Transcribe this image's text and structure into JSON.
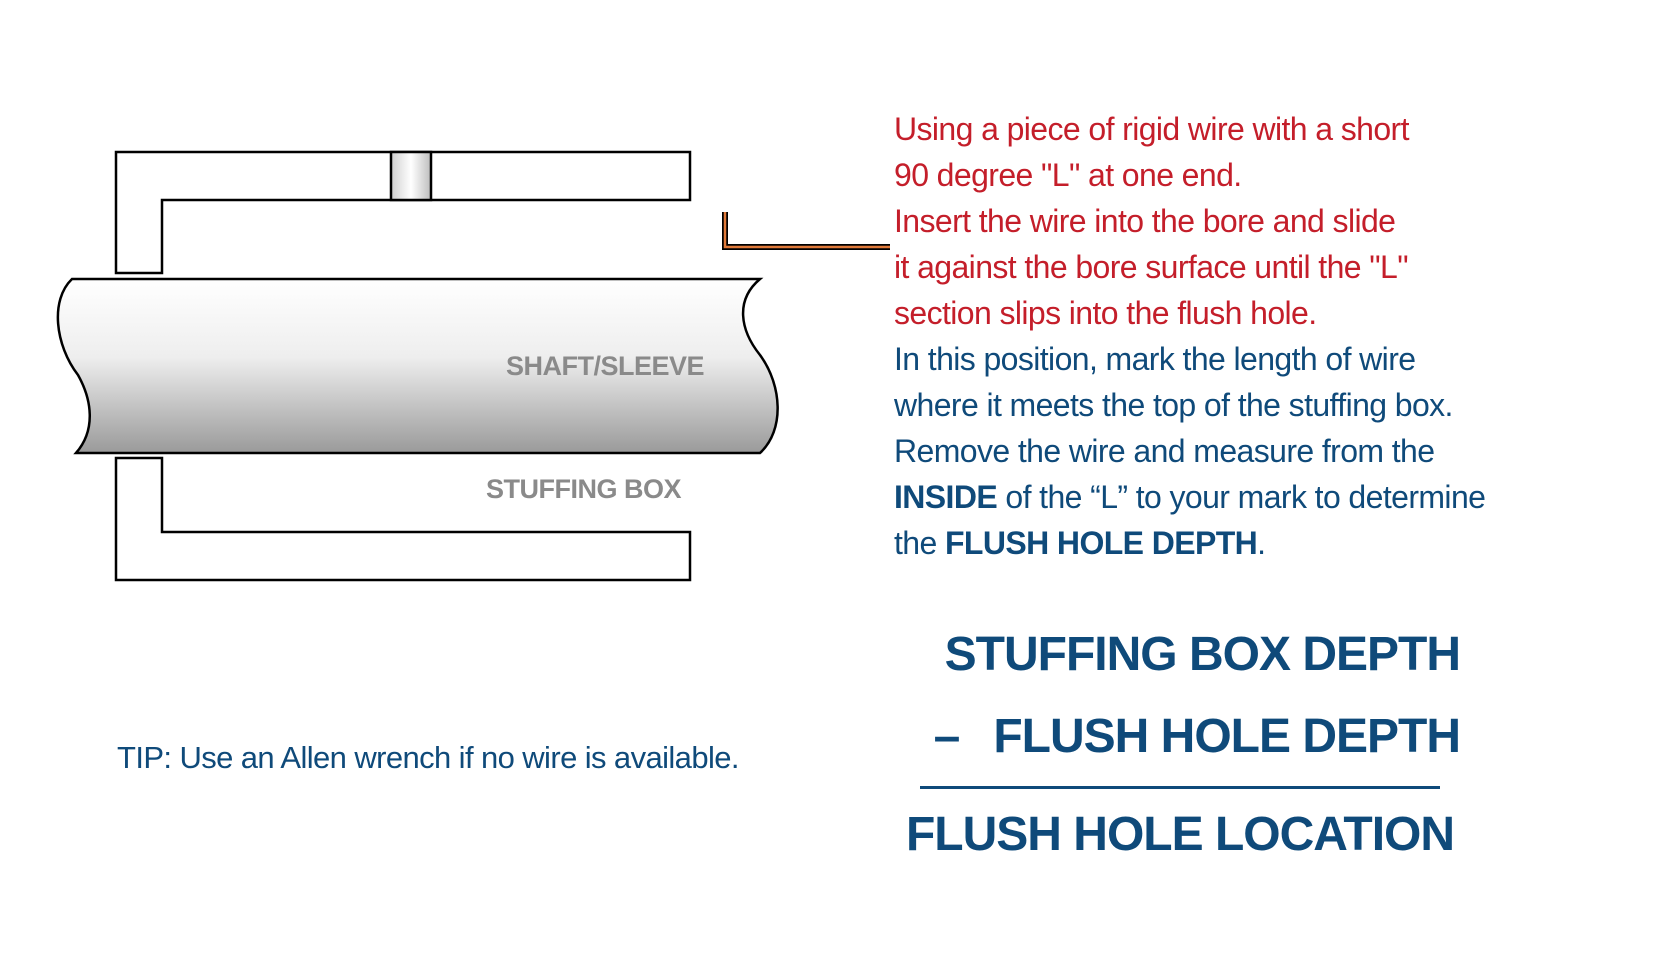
{
  "colors": {
    "red_text": "#c41e2a",
    "blue_text": "#0f4a7a",
    "gray_label": "#8a8a8a",
    "wire_orange": "#e07a3a",
    "outline": "#000000"
  },
  "diagram": {
    "shaft_label": "SHAFT/SLEEVE",
    "box_label": "STUFFING BOX"
  },
  "instructions": {
    "red_lines": [
      "Using a piece of rigid wire with a short",
      "90 degree \"L\" at one end.",
      "Insert the wire into the bore and slide",
      "it against the bore surface until the \"L\"",
      "section slips into the flush hole."
    ],
    "blue_lines": [
      "In this position, mark the length of wire",
      "where it meets the top of the stuffing box.",
      "Remove the wire and measure from the"
    ],
    "line9_bold": "INSIDE",
    "line9_rest": " of the “L” to your mark to determine",
    "line10_pre": "the ",
    "line10_bold": "FLUSH HOLE DEPTH",
    "line10_post": "."
  },
  "tip": "TIP: Use an Allen wrench if no wire is available.",
  "formula": {
    "top": "STUFFING BOX DEPTH",
    "minus": "–",
    "second": "FLUSH HOLE DEPTH",
    "result": "FLUSH HOLE LOCATION"
  }
}
